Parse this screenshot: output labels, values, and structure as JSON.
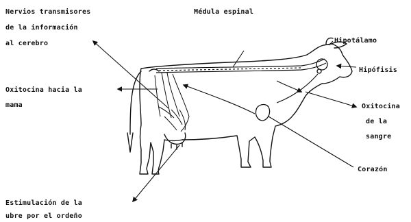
{
  "labels": {
    "nerves": [
      "Nervios transmisores",
      "de la información",
      "al cerebro"
    ],
    "spinal_cord": "Médula espinal",
    "hypothalamus": "Hipotálamo",
    "pituitary": "Hipófisis",
    "oxytocin_to_udder": [
      "Oxitocina hacia la",
      "mama"
    ],
    "oxytocin_blood": [
      "Oxitocina",
      "de la",
      "sangre"
    ],
    "heart": "Corazón",
    "stimulation": [
      "Estimulación de la",
      "ubre por el ordeño"
    ]
  }
}
